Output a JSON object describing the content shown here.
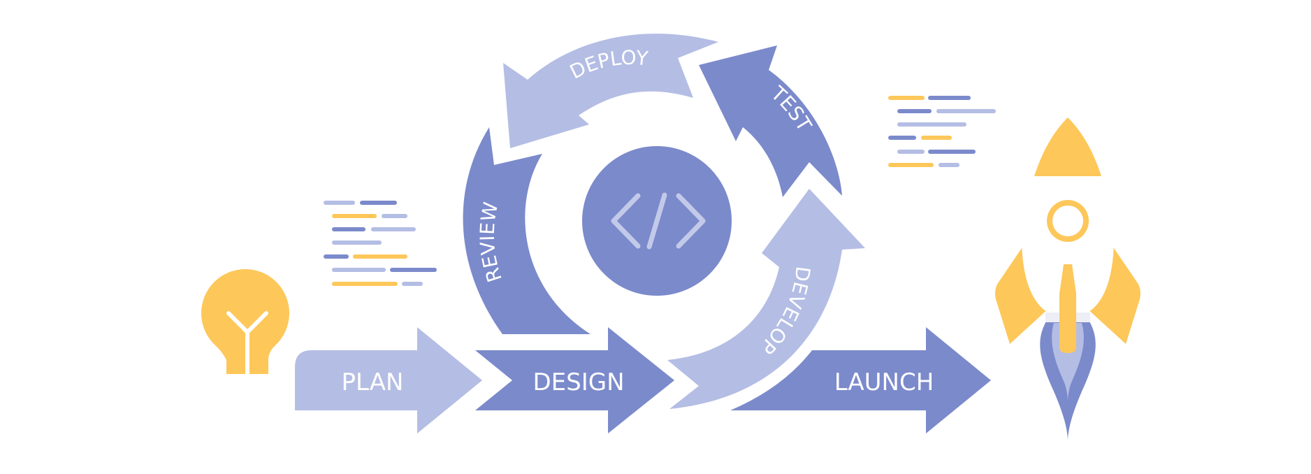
{
  "colors": {
    "light": "#b4bde4",
    "medium": "#7b8acb",
    "yellow": "#fdc75a",
    "white": "#ffffff",
    "light_stroke": "#c3cae9"
  },
  "stages": {
    "plan": "PLAN",
    "design": "DESIGN",
    "launch": "LAUNCH"
  },
  "cycle": {
    "deploy": "DEPLOY",
    "test": "TEST",
    "develop": "DEVELOP",
    "review": "REVIEW"
  },
  "icons": {
    "center": "code-icon",
    "start": "lightbulb-icon",
    "end": "rocket-icon"
  }
}
